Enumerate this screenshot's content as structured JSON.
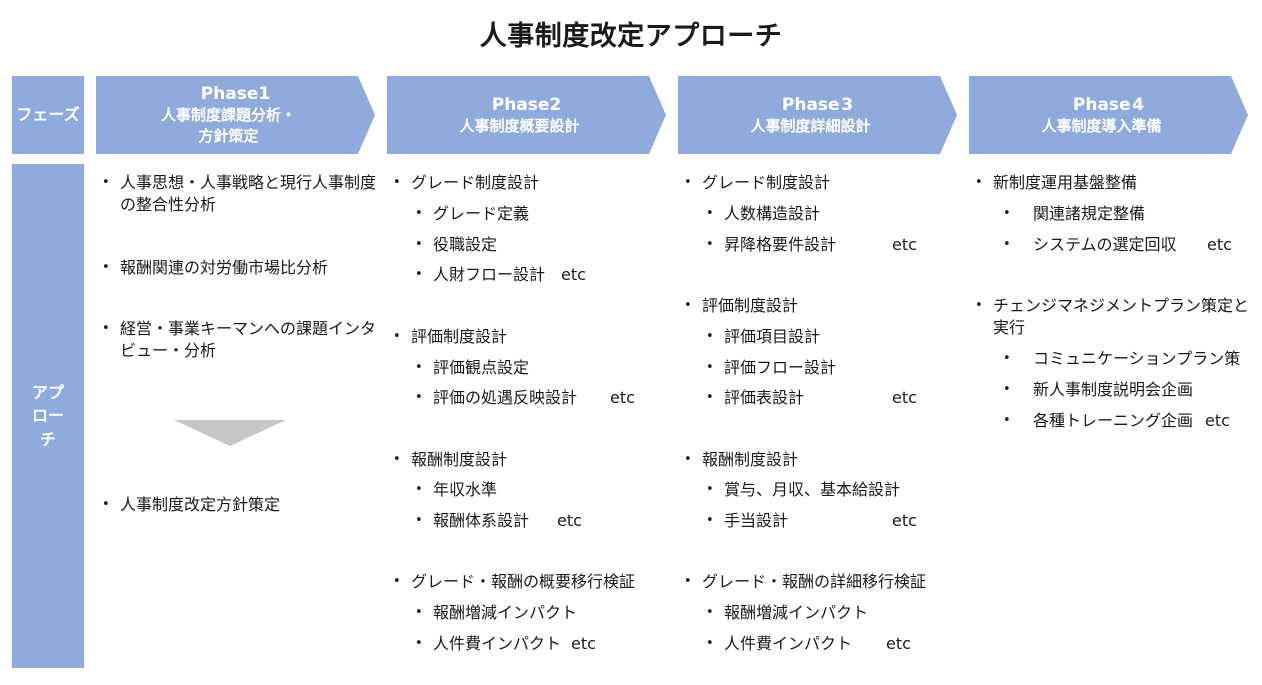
{
  "title": "人事制度改定アプローチ",
  "side": {
    "phase_label": "フェーズ",
    "approach_label": "アプローチ"
  },
  "phases": [
    {
      "name": "Phase1",
      "desc": "人事制度課題分析・\n方針策定"
    },
    {
      "name": "Phase2",
      "desc": "人事制度概要設計"
    },
    {
      "name": "Phase 3",
      "desc": "人事制度詳細設計"
    },
    {
      "name": "Phase 4",
      "desc": "人事制度導入準備"
    }
  ],
  "col1": {
    "items": [
      "人事思想・人事戦略と現行人事制度の整合性分析",
      "報酬関連の対労働市場比分析",
      "経営・事業キーマンへの課題インタビュー・分析",
      "人事制度改定方針策定"
    ]
  },
  "col2": {
    "groups": [
      {
        "title": "グレード制度設計",
        "subs": [
          "グレード定義",
          "役職設定",
          "人財フロー設計"
        ],
        "etc": "etc"
      },
      {
        "title": "評価制度設計",
        "subs": [
          "評価観点設定",
          "評価の処遇反映設計"
        ],
        "etc": "etc"
      },
      {
        "title": "報酬制度設計",
        "subs": [
          "年収水準",
          "報酬体系設計"
        ],
        "etc": "etc"
      },
      {
        "title": "グレード・報酬の概要移行検証",
        "subs": [
          "報酬増減インパクト",
          "人件費インパクト"
        ],
        "etc": "etc"
      }
    ]
  },
  "col3": {
    "groups": [
      {
        "title": "グレード制度設計",
        "subs": [
          "人数構造設計",
          "昇降格要件設計"
        ],
        "etc": "etc"
      },
      {
        "title": "評価制度設計",
        "subs": [
          "評価項目設計",
          "評価フロー設計",
          "評価表設計"
        ],
        "etc": "etc"
      },
      {
        "title": "報酬制度設計",
        "subs": [
          "賞与、月収、基本給設計",
          "手当設計"
        ],
        "etc": "etc"
      },
      {
        "title": "グレード・報酬の詳細移行検証",
        "subs": [
          "報酬増減インパクト",
          "人件費インパクト"
        ],
        "etc": "etc"
      }
    ]
  },
  "col4": {
    "groups": [
      {
        "title": "新制度運用基盤整備",
        "subs": [
          "関連諸規定整備",
          "システムの選定回収"
        ],
        "etc": "etc"
      },
      {
        "title": "チェンジマネジメントプラン策定と実行",
        "subs": [
          "コミュニケーションプラン策",
          "新人事制度説明会企画",
          "各種トレーニング企画"
        ],
        "etc": "etc"
      }
    ]
  }
}
